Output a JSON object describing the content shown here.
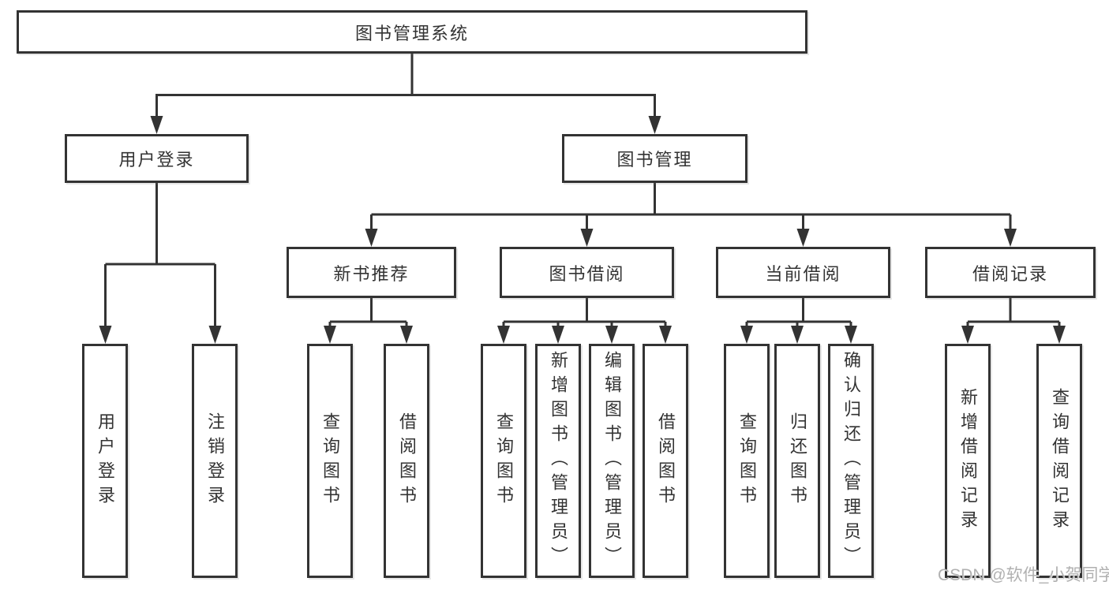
{
  "tree": {
    "root": "图书管理系统",
    "login_branch": {
      "label": "用户登录",
      "children": [
        "用户登录",
        "注销登录"
      ]
    },
    "mgmt_branch": {
      "label": "图书管理",
      "groups": [
        {
          "label": "新书推荐",
          "children": [
            "查询图书",
            "借阅图书"
          ]
        },
        {
          "label": "图书借阅",
          "children": [
            "查询图书",
            "新增图书（管理员）",
            "编辑图书（管理员）",
            "借阅图书"
          ]
        },
        {
          "label": "当前借阅",
          "children": [
            "查询图书",
            "归还图书",
            "确认归还（管理员）"
          ]
        },
        {
          "label": "借阅记录",
          "children": [
            "新增借阅记录",
            "查询借阅记录"
          ]
        }
      ]
    }
  },
  "watermark": "CSDN @软件_小贺同学",
  "colors": {
    "line": "#333333",
    "text": "#333333",
    "background": "#ffffff",
    "watermark": "#b0b0b0"
  }
}
